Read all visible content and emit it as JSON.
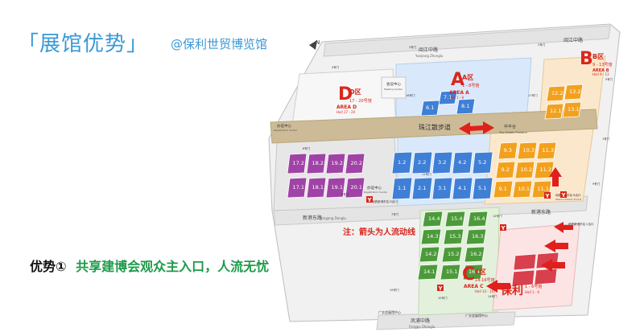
{
  "header": {
    "title": "「展馆优势」",
    "subtitle": "@保利世贸博览馆"
  },
  "advantage": {
    "label": "优势①",
    "text": "共享建博会观众主入口，人流无忧"
  },
  "note": "注：箭头为人流动线",
  "compass": "N",
  "roads": {
    "top": "阅江中路",
    "top_en": "Yuejiang Zhonglu",
    "top_right": "阅江中路",
    "bottom": "新港东路",
    "bottom_en": "Xingang Donglu",
    "bottom_right": "新港东路",
    "footer": "凤浦中路",
    "footer_en": "Fengpu Zhonglu",
    "walkway": "珠江散步道",
    "center_platform": "中平台",
    "center_platform_en": "The Middle Platform"
  },
  "zones": {
    "A": {
      "letter": "A",
      "name": "A区",
      "area": "AREA A",
      "halls": "1 - 8号馆",
      "hall_en": "Hall 1 - 8"
    },
    "B": {
      "letter": "B",
      "name": "B区",
      "area": "AREA B",
      "halls": "9 - 13号馆",
      "hall_en": "Hall 9 - 13"
    },
    "C": {
      "letter": "C",
      "name": "C区",
      "area": "AREA C",
      "halls": "14-16号馆",
      "hall_en": "Hall 14 - 16"
    },
    "D": {
      "letter": "D",
      "name": "D区",
      "area": "AREA D",
      "halls": "17 - 20号馆",
      "hall_en": "Hall 17 - 20"
    },
    "poly": {
      "name": "保利",
      "halls": "1 - 6号馆",
      "hall_en": "Hall 1 - 6"
    }
  },
  "halls_a": [
    "7.1",
    "6.1",
    "8.1",
    "1.2",
    "2.2",
    "3.2",
    "4.2",
    "5.2",
    "1.1",
    "2.1",
    "3.1",
    "4.1",
    "5.1"
  ],
  "halls_b": [
    "12.2",
    "13.2",
    "12.1",
    "13.1",
    "9.3",
    "10.3",
    "11.3",
    "9.2",
    "10.2",
    "11.2",
    "9.1",
    "10.1",
    "11.1"
  ],
  "halls_c": [
    "14.4",
    "15.4",
    "16.4",
    "14.3",
    "15.3",
    "16.3",
    "14.2",
    "15.2",
    "16.2",
    "14.1",
    "15.1",
    "16.1"
  ],
  "halls_d": [
    "17.2",
    "18.2",
    "19.2",
    "20.2",
    "17.1",
    "18.1",
    "19.1",
    "20.1"
  ],
  "labels": {
    "meeting_center": "会议中心",
    "meeting_center_en": "Meeting Center",
    "reg_center": "办证中心",
    "reg_center_en": "Registration Center",
    "reg_center2": "办证中心",
    "reg_center2_en": "Registration Center",
    "gd_center": "广交会展馆中心",
    "gd_center2": "广交会展馆中心",
    "metro_d": "地铁新港东站 D出口",
    "metro_b": "地铁新港东站 B出口",
    "metro_b_en": "Pazhou Station Exit B",
    "metro_c": "地铁新港东站 C出口",
    "gate_a": "3号门",
    "gate_b": "2号门",
    "gate_c": "4号门",
    "gate_d": "6号门",
    "gate_e": "5号门",
    "gate_f": "1号门",
    "gate_g": "8号门",
    "gate_h": "7号门",
    "gate_i": "9号门",
    "gate_j": "10号门",
    "gate_k": "11号门",
    "gate_l": "12号门",
    "gate_m": "14号门",
    "gate_n": "15号门",
    "gate_o": "16号门",
    "gate_p": "17号门",
    "metro_sign": "Y"
  },
  "colors": {
    "title_blue": "#3a98d6",
    "zone_red": "#d9261c",
    "hall_a": "#3f7fd6",
    "hall_b": "#f2a11e",
    "hall_c": "#4d9a3b",
    "hall_d": "#a043a6",
    "hall_poly": "#d7404c",
    "walkway": "#c8b591"
  }
}
